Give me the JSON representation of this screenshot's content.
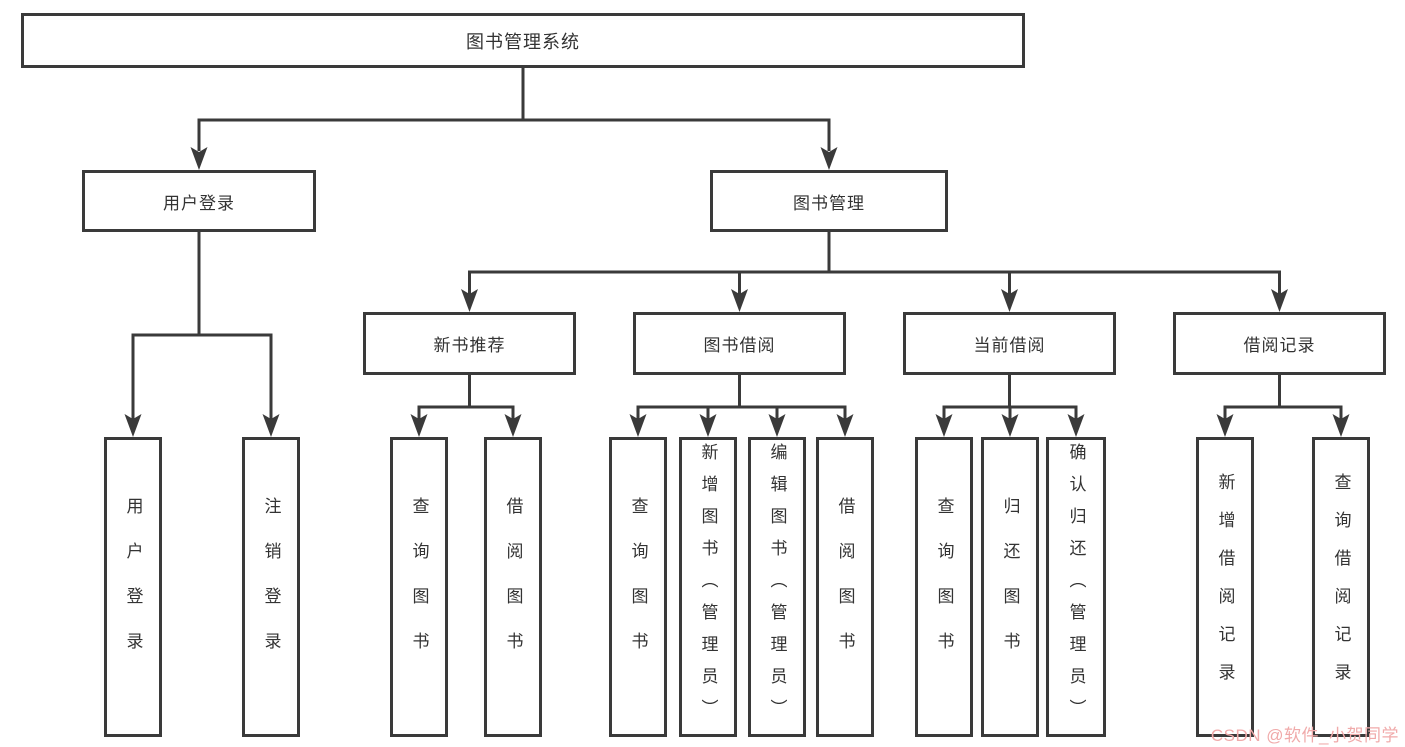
{
  "diagram": {
    "root": "图书管理系统",
    "branches": {
      "user_login": "用户登录",
      "book_management": "图书管理"
    },
    "modules": {
      "new_book_recommend": "新书推荐",
      "book_borrow": "图书借阅",
      "current_borrow": "当前借阅",
      "borrow_record": "借阅记录"
    },
    "functions": {
      "user_login": [
        "用户登录",
        "注销登录"
      ],
      "new_book_recommend": [
        "查询图书",
        "借阅图书"
      ],
      "book_borrow": [
        "查询图书",
        "新增图书（管理员）",
        "编辑图书（管理员）",
        "借阅图书"
      ],
      "current_borrow": [
        "查询图书",
        "归还图书",
        "确认归还（管理员）"
      ],
      "borrow_record": [
        "新增借阅记录",
        "查询借阅记录"
      ]
    }
  },
  "watermark": {
    "text": "CSDN @软件_小贺同学"
  },
  "colors": {
    "line": "#3a3a3a",
    "text": "#333333",
    "box_fill": "#ffffff",
    "background": "#ffffff",
    "watermark": "#f0aaaa"
  }
}
